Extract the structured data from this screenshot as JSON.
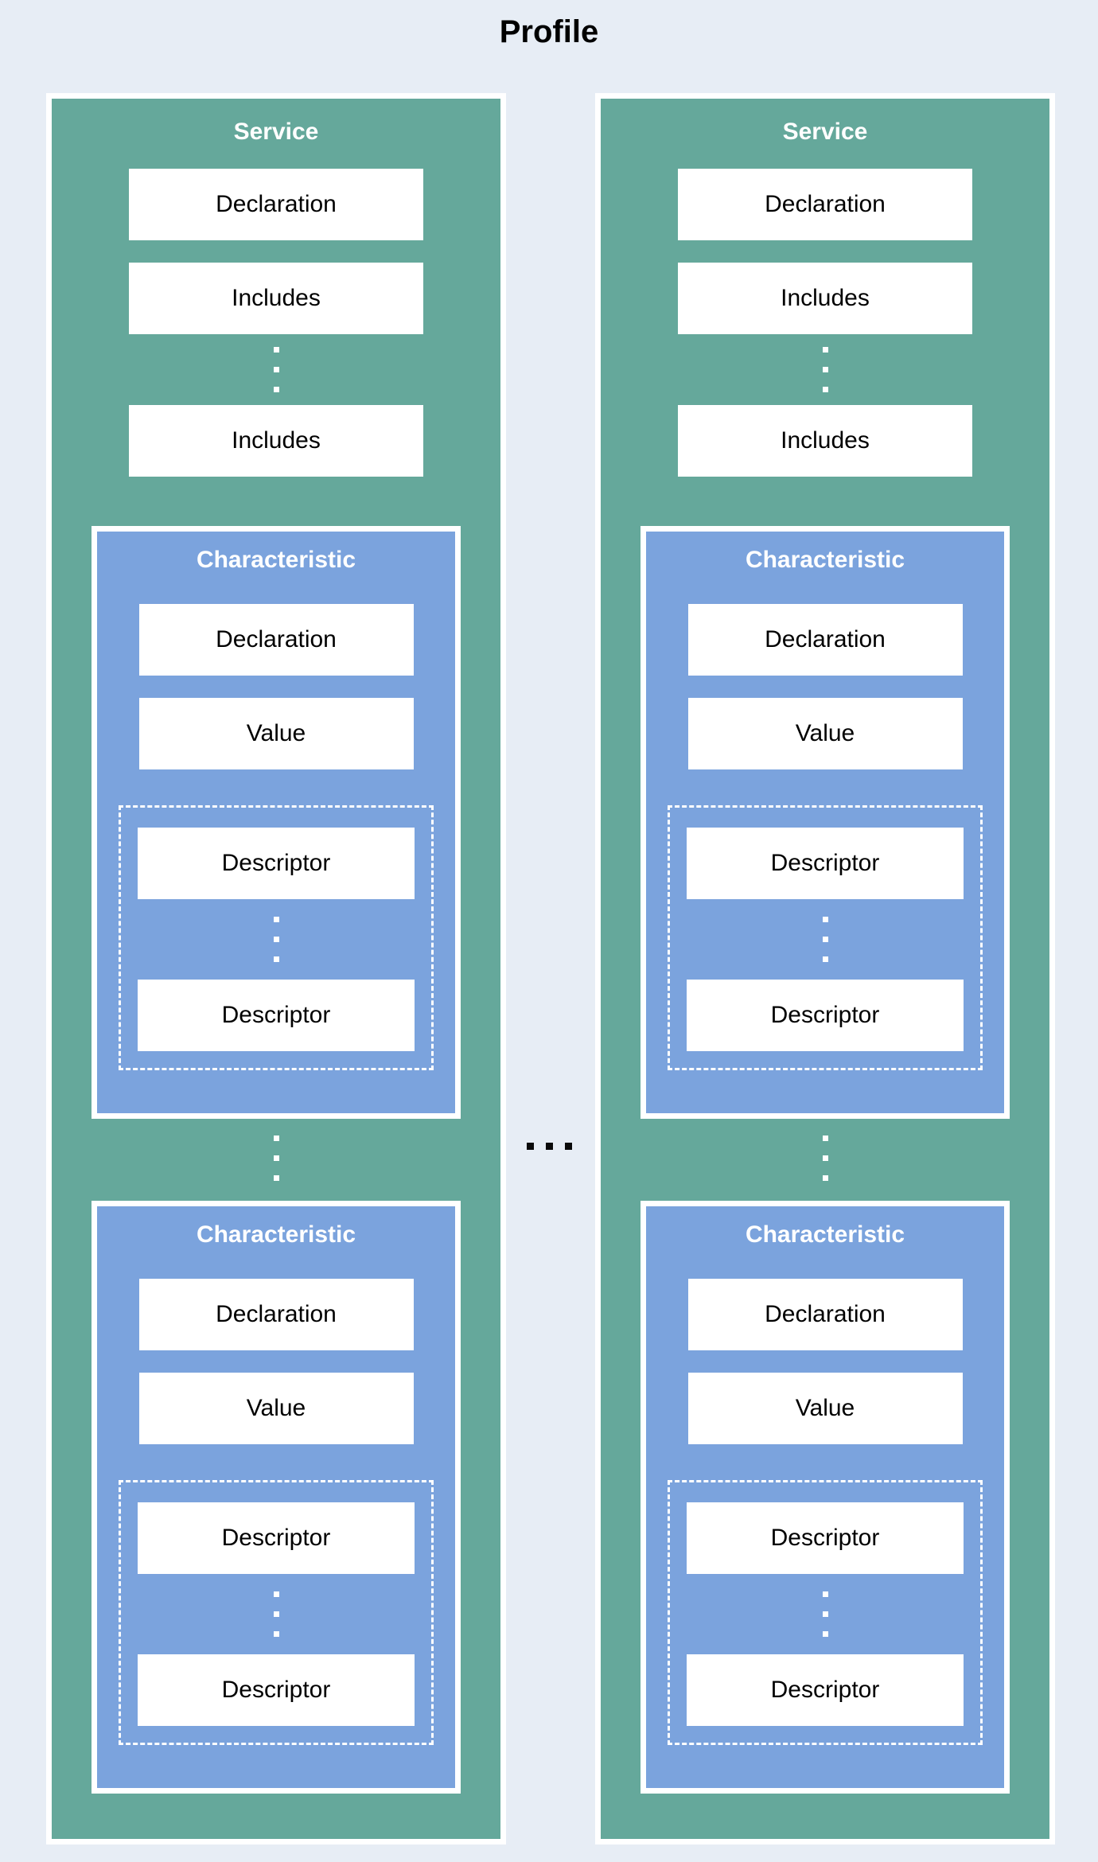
{
  "title": "Profile",
  "colors": {
    "background": "#e7edf5",
    "service_fill": "#65a89b",
    "characteristic_fill": "#7ba3dd",
    "box_fill": "#ffffff",
    "text": "#000000"
  },
  "more_services_ellipsis": "horizontal-dots",
  "services": [
    {
      "header": "Service",
      "declaration_label": "Declaration",
      "includes_labels": [
        "Includes",
        "Includes"
      ],
      "characteristics": [
        {
          "header": "Characteristic",
          "declaration_label": "Declaration",
          "value_label": "Value",
          "descriptor_labels": [
            "Descriptor",
            "Descriptor"
          ]
        },
        {
          "header": "Characteristic",
          "declaration_label": "Declaration",
          "value_label": "Value",
          "descriptor_labels": [
            "Descriptor",
            "Descriptor"
          ]
        }
      ]
    },
    {
      "header": "Service",
      "declaration_label": "Declaration",
      "includes_labels": [
        "Includes",
        "Includes"
      ],
      "characteristics": [
        {
          "header": "Characteristic",
          "declaration_label": "Declaration",
          "value_label": "Value",
          "descriptor_labels": [
            "Descriptor",
            "Descriptor"
          ]
        },
        {
          "header": "Characteristic",
          "declaration_label": "Declaration",
          "value_label": "Value",
          "descriptor_labels": [
            "Descriptor",
            "Descriptor"
          ]
        }
      ]
    }
  ]
}
